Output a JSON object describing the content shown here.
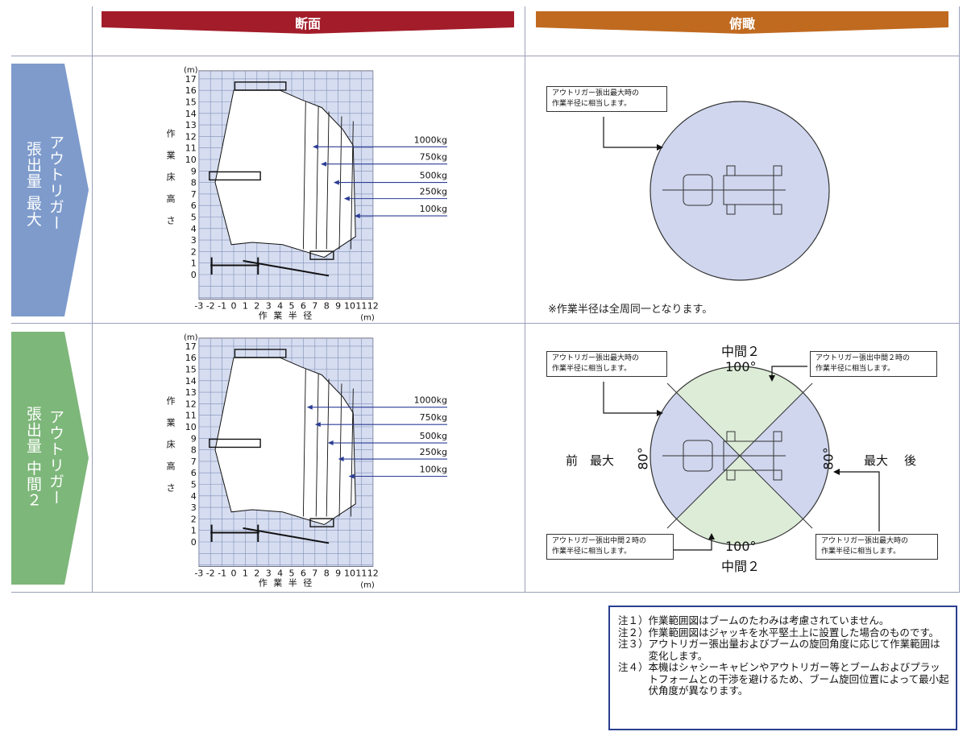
{
  "headers": {
    "section": "断面",
    "overhead": "俯瞰"
  },
  "rows": [
    {
      "label_col1": "アウトリガー",
      "label_col2": "張出量 最大"
    },
    {
      "label_col1": "アウトリガー",
      "label_col2": "張出量 中間２"
    }
  ],
  "chart": {
    "y_ticks": [
      "17",
      "16",
      "15",
      "14",
      "13",
      "12",
      "11",
      "10",
      "9",
      "8",
      "7",
      "6",
      "5",
      "4",
      "3",
      "2",
      "1",
      "0"
    ],
    "y_unit": "(m)",
    "x_ticks": [
      "-3",
      "-2",
      "-1",
      "0",
      "1",
      "2",
      "3",
      "4",
      "5",
      "6",
      "7",
      "8",
      "9",
      "10",
      "11",
      "12"
    ],
    "x_unit": "(m)",
    "y_label": [
      "作",
      "業",
      "床",
      "高",
      "さ"
    ],
    "x_label": "作 業 半 径",
    "loads": [
      "1000kg",
      "750kg",
      "500kg",
      "250kg",
      "100kg"
    ]
  },
  "overhead_max": {
    "callout": [
      "アウトリガー張出最大時の",
      "作業半径に相当します。"
    ],
    "footnote": "※作業半径は全周同一となります。"
  },
  "overhead_mid": {
    "top_label": "中間２",
    "bottom_label": "中間２",
    "top_angle": "100°",
    "bottom_angle": "100°",
    "left_angle": "80°",
    "right_angle": "80°",
    "front": "前",
    "rear": "後",
    "left_max": "最大",
    "right_max": "最大",
    "callout_tl": [
      "アウトリガー張出最大時の",
      "作業半径に相当します。"
    ],
    "callout_tr": [
      "アウトリガー張出中間２時の",
      "作業半径に相当します。"
    ],
    "callout_bl": [
      "アウトリガー張出中間２時の",
      "作業半径に相当します。"
    ],
    "callout_br": [
      "アウトリガー張出最大時の",
      "作業半径に相当します。"
    ]
  },
  "notes": [
    {
      "num": "注１）",
      "text": "作業範囲図はブームのたわみは考慮されていません。"
    },
    {
      "num": "注２）",
      "text": "作業範囲図はジャッキを水平堅土上に設置した場合のものです。"
    },
    {
      "num": "注３）",
      "text": "アウトリガー張出量およびブームの旋回角度に応じて作業範囲は変化します。"
    },
    {
      "num": "注４）",
      "text": "本機はシャシーキャビンやアウトリガー等とブームおよびプラットフォームとの干渉を避けるため、ブーム旋回位置によって最小起伏角度が異なります。"
    }
  ],
  "colors": {
    "red_header": "#a31c2a",
    "orange_header": "#c06a20",
    "blue_row": "#7e9bcc",
    "green_row": "#7db77a",
    "grid_bg": "#d6ddf0",
    "circle_blue": "#cfd6ee",
    "circle_green": "#dcecd7"
  }
}
